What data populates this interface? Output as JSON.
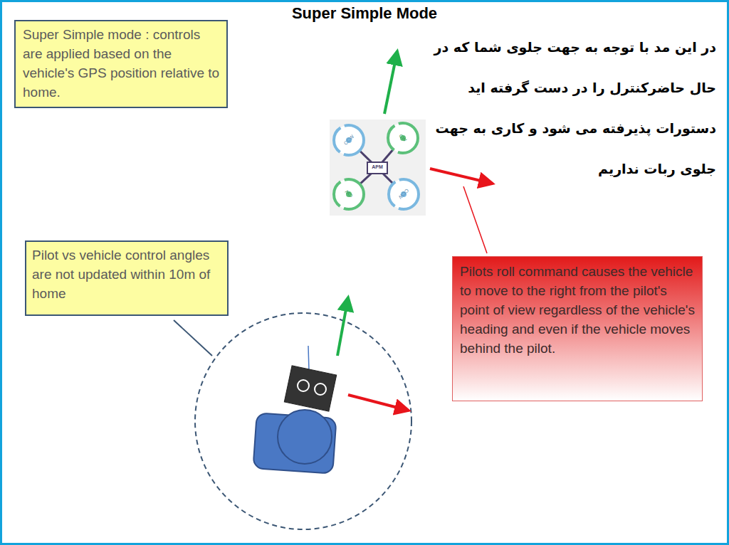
{
  "diagram": {
    "title": "Super Simple Mode",
    "nodes": [
      {
        "text": [
          "Super Simple mode : controls are applied based on the vehicle's GPS position relative to home."
        ]
      },
      {
        "text": [
          "Pilots roll command causes the vehicle to move to the right from the pilot's point of view regardless of the vehicle's heading and even if the vehicle moves behind the pilot."
        ]
      },
      {
        "text": [
          "Pilot vs vehicle control angles are not updated within 10m of home"
        ]
      }
    ],
    "labels": [
      "در این مد با توجه به جهت جلوی شما که در حال حاضرکنترل را در دست گرفته اید دستورات پذیرفته می شود و کاری به جهت جلوی ربات نداریم",
      "CCW",
      "CW",
      "CW",
      "CCW",
      "APM"
    ]
  }
}
